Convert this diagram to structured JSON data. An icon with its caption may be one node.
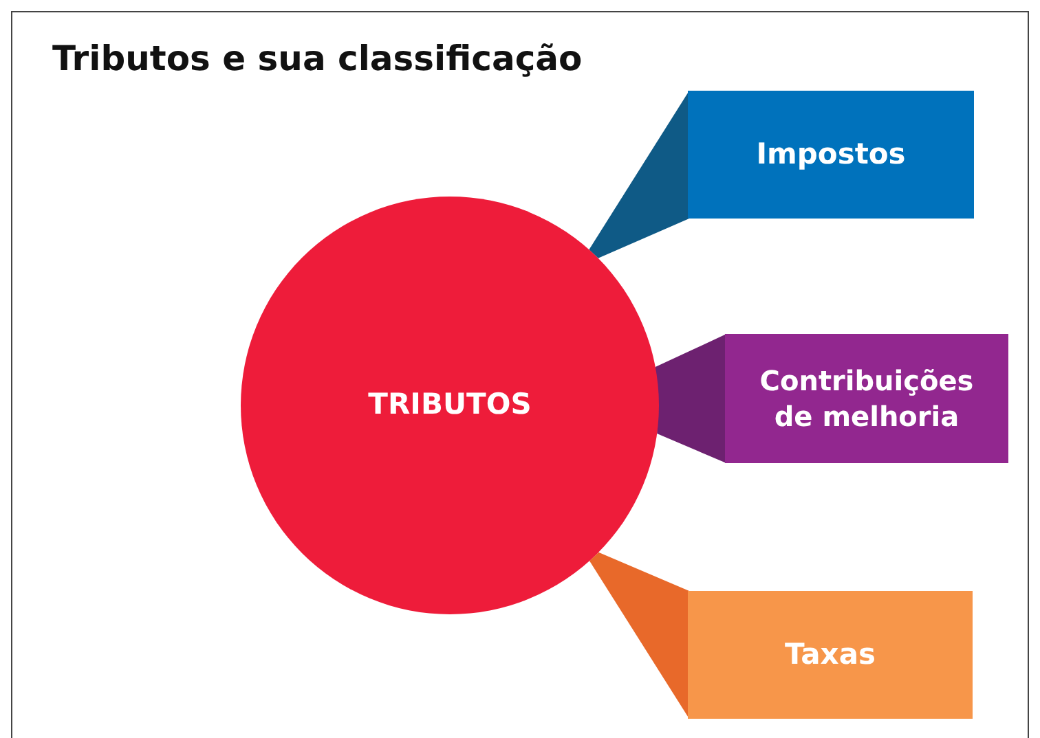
{
  "diagram": {
    "title": "Tributos e sua classificação",
    "nodes": [
      {
        "text": [
          "TRIBUTOS"
        ]
      },
      {
        "text": [
          "Impostos"
        ]
      },
      {
        "text": [
          "Contribuições de melhoria"
        ]
      },
      {
        "text": [
          "Taxas"
        ]
      }
    ],
    "edges": [
      {
        "from": 0,
        "to": 1,
        "arrow": "none",
        "color": "#0f5a86"
      },
      {
        "from": 0,
        "to": 2,
        "arrow": "none",
        "color": "#6d2170"
      },
      {
        "from": 0,
        "to": 3,
        "arrow": "none",
        "color": "#e8692a"
      }
    ]
  }
}
